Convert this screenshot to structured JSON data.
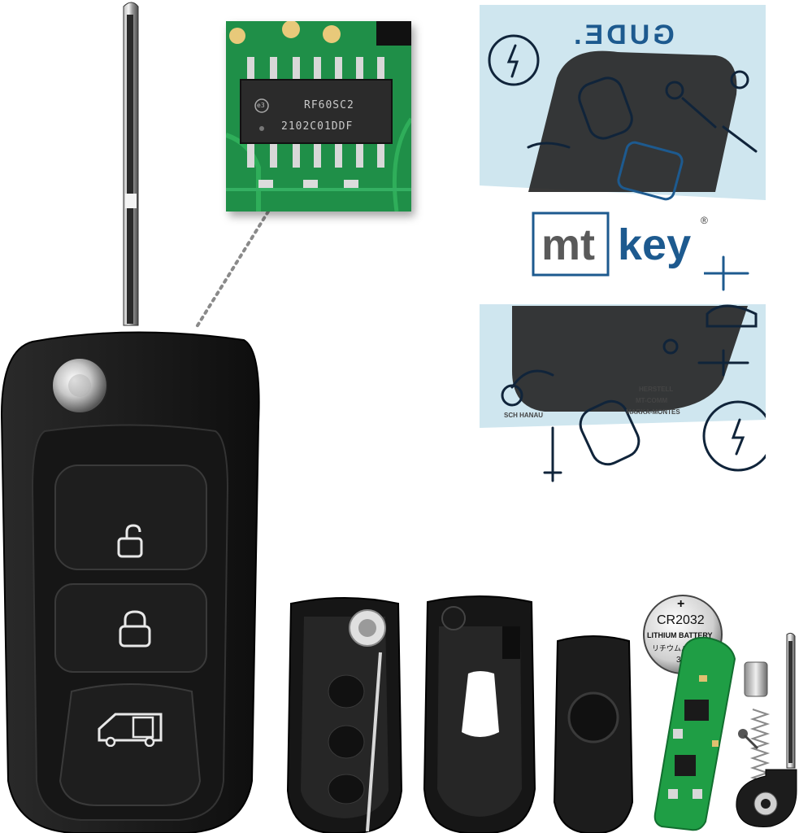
{
  "chip": {
    "line1": "RF60SC2",
    "line2": "2102C01DDF",
    "logo": "e3"
  },
  "brand_card": {
    "top_text": "GUDE.",
    "logo_left": "mt",
    "logo_right": "key",
    "registered_mark": "®",
    "fine_print": [
      "HERSTELL",
      "MT-COMM",
      "MARKA-MONTES",
      "SCH HANAU"
    ]
  },
  "battery": {
    "plus": "+",
    "model": "CR2032",
    "type": "LITHIUM BATTERY",
    "jp": "リチウムバッテリー",
    "voltage": "3V"
  },
  "remote": {
    "buttons": [
      "unlock-icon",
      "lock-icon",
      "van-door-icon"
    ]
  },
  "colors": {
    "key_body": "#1c1c1c",
    "pcb_green": "#1f9e45",
    "card_blue": "#1d5a8f",
    "card_bg": "#cfe6ef"
  }
}
